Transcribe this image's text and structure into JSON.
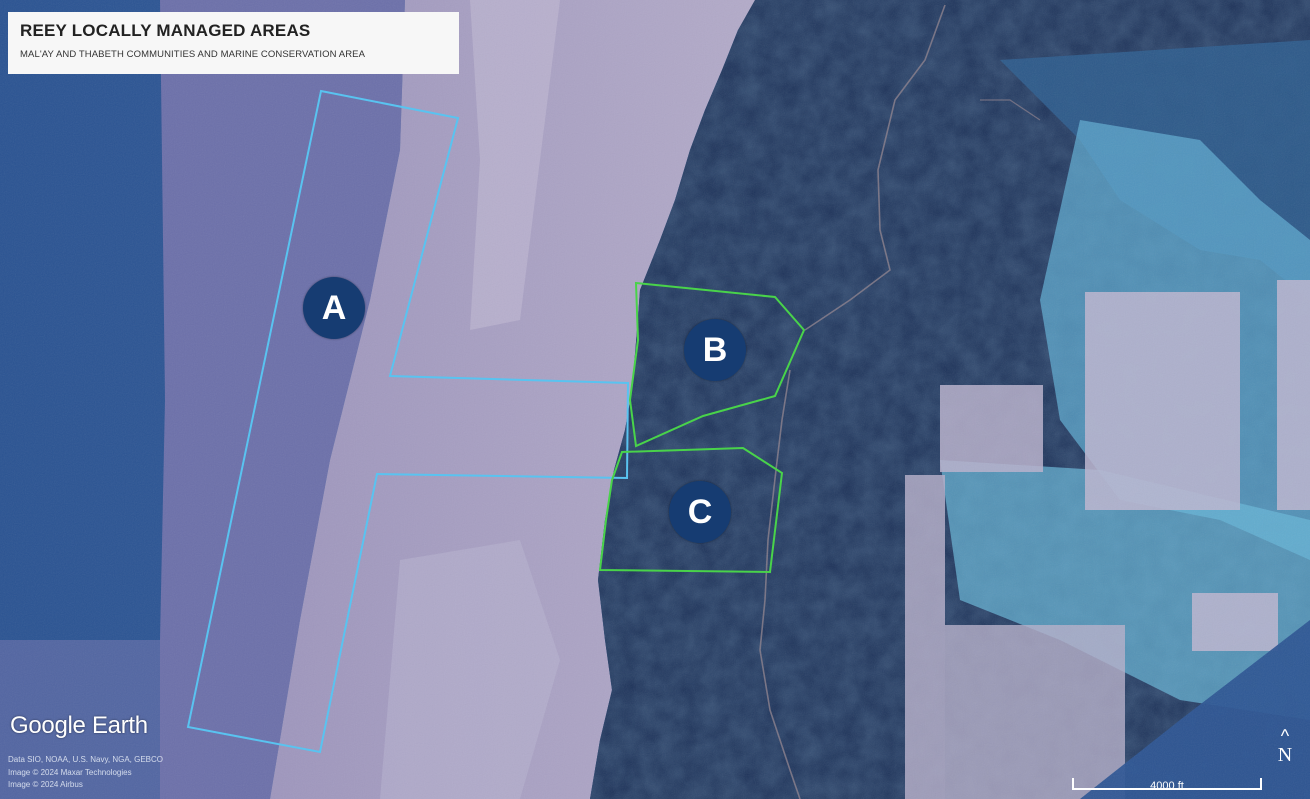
{
  "map": {
    "title": "REEY LOCALLY MANAGED AREAS",
    "subtitle": "MAL'AY AND THABETH COMMUNITIES AND MARINE CONSERVATION AREA",
    "zones": [
      {
        "label": "A",
        "outline_color": "#59c3f0"
      },
      {
        "label": "B",
        "outline_color": "#49d34a"
      },
      {
        "label": "C",
        "outline_color": "#49d34a"
      }
    ],
    "badge_color": "#163c72"
  },
  "brand": {
    "name": "Google Earth",
    "credits": [
      "Data SIO, NOAA, U.S. Navy, NGA, GEBCO",
      "Image © 2024 Maxar Technologies",
      "Image © 2024 Airbus"
    ]
  },
  "compass": {
    "arrow": "^",
    "letter": "N",
    "icon": "north-arrow-icon"
  },
  "scale_bar": {
    "label": "4000 ft"
  },
  "colors": {
    "deep_ocean": "#2c5594",
    "reef": "#6a6ea8",
    "lagoon": "#a9a2c4",
    "land": "#1d3155",
    "shallows": "#62b4d6"
  }
}
